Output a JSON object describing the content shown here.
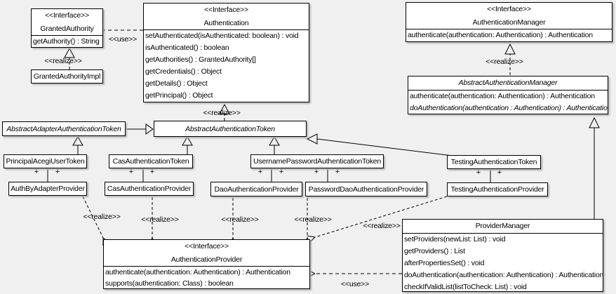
{
  "labels": {
    "interface": "<<Interface>>",
    "realize": "<<realize>>",
    "use": "<<use>>",
    "plus": "+"
  },
  "classes": {
    "granted_authority": {
      "name": "GrantedAuthority",
      "methods": [
        "getAuthority() : String"
      ]
    },
    "granted_authority_impl": {
      "name": "GrantedAuthorityImpl"
    },
    "authentication": {
      "name": "Authentication",
      "methods": [
        "setAuthenticated(isAuthenticated: boolean) : void",
        "isAuthenticated() : boolean",
        "getAuthorities() : GrantedAuthority[]",
        "getCredentials() : Object",
        "getDetails() : Object",
        "getPrincipal() : Object"
      ]
    },
    "authentication_manager": {
      "name": "AuthenticationManager",
      "methods": [
        "authenticate(authentication: Authentication) : Authentication"
      ]
    },
    "abstract_authentication_manager": {
      "name": "AbstractAuthenticationManager",
      "methods": [
        "authenticate(authentication: Authentication) : Authentication",
        "doAuthentication(authentication : Authentication) : Authentication"
      ]
    },
    "abstract_adapter_authentication_token": {
      "name": "AbstractAdapterAuthenticationToken"
    },
    "abstract_authentication_token": {
      "name": "AbstractAuthenticationToken"
    },
    "principal_acegi_user_token": {
      "name": "PrincipalAcegiUserToken"
    },
    "cas_authentication_token": {
      "name": "CasAuthenticationToken"
    },
    "username_password_authentication_token": {
      "name": "UsernamePasswordAuthenticationToken"
    },
    "testing_authentication_token": {
      "name": "TestingAuthenticationToken"
    },
    "auth_by_adapter_provider": {
      "name": "AuthByAdapterProvider"
    },
    "cas_authentication_provider": {
      "name": "CasAuthenticationProvider"
    },
    "dao_authentication_provider": {
      "name": "DaoAuthenticationProvider"
    },
    "password_dao_authentication_provider": {
      "name": "PasswordDaoAuthenticationProvider"
    },
    "testing_authentication_provider": {
      "name": "TestingAuthenticationProvider"
    },
    "authentication_provider": {
      "name": "AuthenticationProvider",
      "methods": [
        "authenticate(authentication: Authentication) : Authentication",
        "supports(authentication: Class) : boolean"
      ]
    },
    "provider_manager": {
      "name": "ProviderManager",
      "methods": [
        "setProviders(newList: List) : void",
        "getProviders() : List",
        "afterPropertiesSet() : void",
        "doAuthentication(authentication: Authentication) : Authentication",
        "checkIfValidList(listToCheck: List) : void"
      ]
    }
  }
}
